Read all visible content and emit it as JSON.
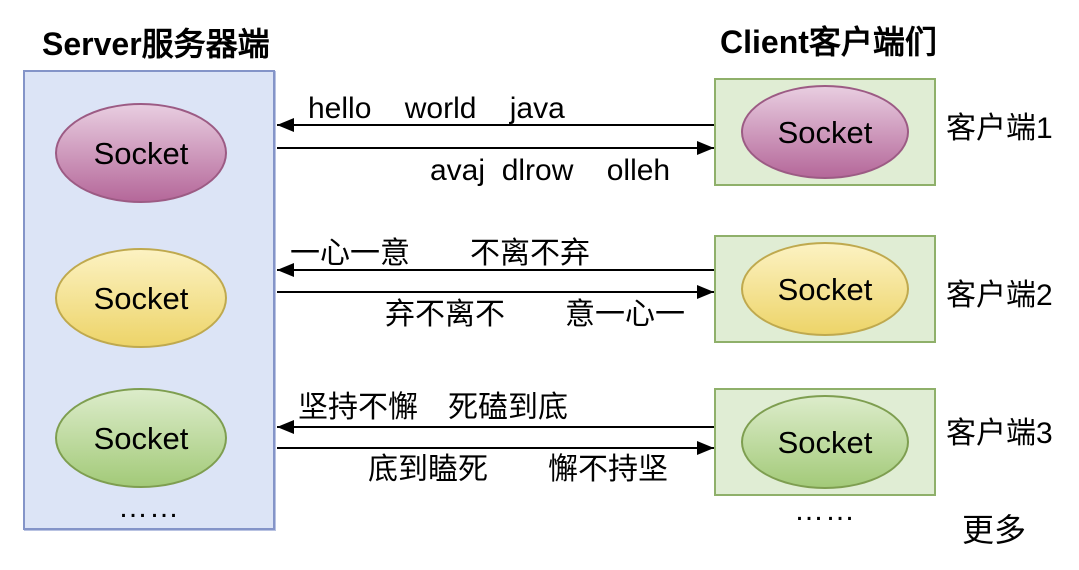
{
  "server": {
    "title": "Server服务器端",
    "sockets": [
      "Socket",
      "Socket",
      "Socket"
    ],
    "more_dots": "……"
  },
  "clients": {
    "title": "Client客户端们",
    "items": [
      {
        "socket_label": "Socket",
        "name": "客户端1"
      },
      {
        "socket_label": "Socket",
        "name": "客户端2"
      },
      {
        "socket_label": "Socket",
        "name": "客户端3"
      }
    ],
    "more_dots": "……",
    "more_label": "更多"
  },
  "channels": [
    {
      "to_server": "hello    world    java",
      "to_client": "avaj  dlrow    olleh"
    },
    {
      "to_server": "一心一意　　不离不弃",
      "to_client": "弃不离不　　意一心一"
    },
    {
      "to_server": "坚持不懈　死磕到底",
      "to_client": "底到瞌死　　懈不持坚"
    }
  ],
  "colors": {
    "server_box_fill": "#dce4f6",
    "server_box_border": "#8494c8",
    "client_box_fill": "#e0edd4",
    "client_box_border": "#8fb06a",
    "socket_purple_top": "#e8cde0",
    "socket_purple_bottom": "#b5689a",
    "socket_purple_border": "#9c5b84",
    "socket_yellow_top": "#fcf2c2",
    "socket_yellow_bottom": "#edd469",
    "socket_yellow_border": "#bfa94e",
    "socket_green_top": "#dcecca",
    "socket_green_bottom": "#a3ca79",
    "socket_green_border": "#7e9e50",
    "arrow_color": "#000000",
    "text_color": "#000000"
  }
}
